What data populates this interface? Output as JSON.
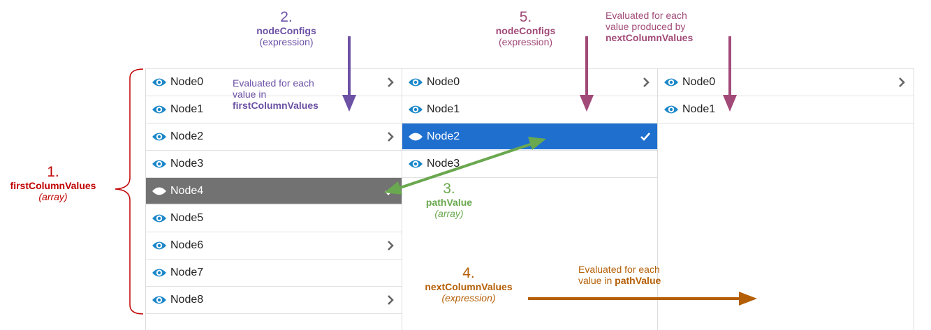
{
  "columns": [
    {
      "rows": [
        {
          "label": "Node0",
          "chevron": true,
          "state": "normal"
        },
        {
          "label": "Node1",
          "chevron": false,
          "state": "normal"
        },
        {
          "label": "Node2",
          "chevron": true,
          "state": "normal"
        },
        {
          "label": "Node3",
          "chevron": false,
          "state": "normal"
        },
        {
          "label": "Node4",
          "chevron": false,
          "state": "path"
        },
        {
          "label": "Node5",
          "chevron": false,
          "state": "normal"
        },
        {
          "label": "Node6",
          "chevron": true,
          "state": "normal"
        },
        {
          "label": "Node7",
          "chevron": false,
          "state": "normal"
        },
        {
          "label": "Node8",
          "chevron": true,
          "state": "normal"
        }
      ]
    },
    {
      "rows": [
        {
          "label": "Node0",
          "chevron": true,
          "state": "normal"
        },
        {
          "label": "Node1",
          "chevron": false,
          "state": "normal"
        },
        {
          "label": "Node2",
          "chevron": false,
          "state": "selected"
        },
        {
          "label": "Node3",
          "chevron": false,
          "state": "normal"
        }
      ]
    },
    {
      "rows": [
        {
          "label": "Node0",
          "chevron": true,
          "state": "normal"
        },
        {
          "label": "Node1",
          "chevron": false,
          "state": "normal"
        }
      ]
    }
  ],
  "annotations": {
    "a1": {
      "number": "1.",
      "name": "firstColumnValues",
      "kind": "(array)"
    },
    "a2": {
      "number": "2.",
      "name": "nodeConfigs",
      "kind": "(expression)",
      "desc_line1": "Evaluated for each",
      "desc_line2": "value in",
      "desc_name": "firstColumnValues"
    },
    "a3": {
      "number": "3.",
      "name": "pathValue",
      "kind": "(array)"
    },
    "a4": {
      "number": "4.",
      "name": "nextColumnValues",
      "kind": "(expression)",
      "desc_line1": "Evaluated for each",
      "desc_line2": "value in ",
      "desc_name": "pathValue"
    },
    "a5": {
      "number": "5.",
      "name": "nodeConfigs",
      "kind": "(expression)",
      "desc_line1": "Evaluated for each",
      "desc_line2": "value produced by",
      "desc_name": "nextColumnValues"
    }
  },
  "colors": {
    "purple": "#6c51a5",
    "magenta": "#a14a78",
    "red": "#c00000",
    "green": "#6aa84f",
    "orange": "#b45f06",
    "selected": "#1f6fcf",
    "path": "#727272",
    "eye": "#1a86c8"
  },
  "icons": {
    "row_icon": "eye-icon",
    "expand": "chevron-right-icon",
    "selected_mark": "check-icon"
  }
}
